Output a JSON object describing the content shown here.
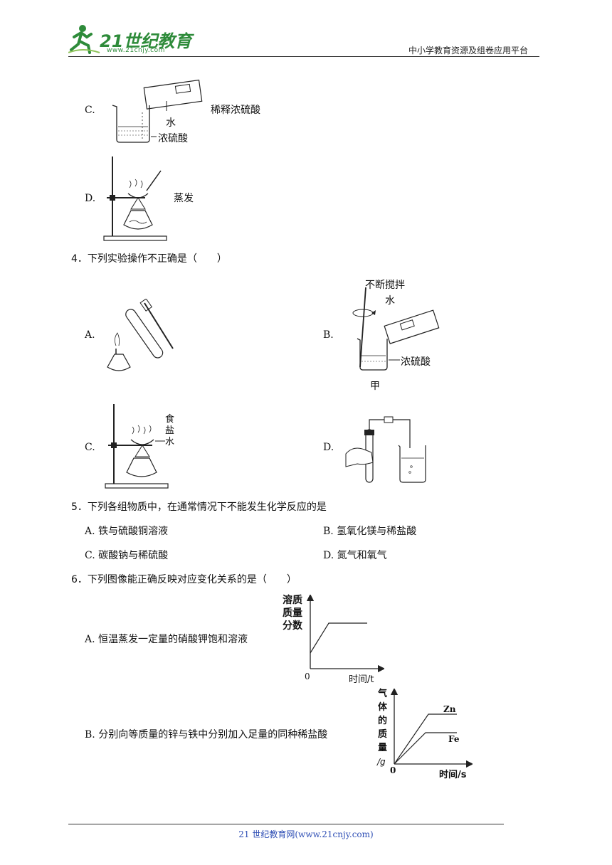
{
  "header": {
    "logo_text": "21世纪教育",
    "logo_url": "www.21cnjy.com",
    "platform": "中小学教育资源及组卷应用平台"
  },
  "q3": {
    "c_letter": "C.",
    "c_desc": "稀释浓硫酸",
    "c_label_water": "水",
    "c_label_acid": "浓硫酸",
    "d_letter": "D.",
    "d_desc": "蒸发"
  },
  "q4": {
    "stem": "4．下列实验操作不正确是（　　）",
    "a_letter": "A.",
    "b_letter": "B.",
    "b_label_stir": "不断搅拌",
    "b_label_water": "水",
    "b_label_acid": "浓硫酸",
    "b_label_jia": "甲",
    "c_letter": "C.",
    "c_label_salt": [
      "食",
      "盐",
      "水"
    ],
    "d_letter": "D."
  },
  "q5": {
    "stem": "5．下列各组物质中，在通常情况下不能发生化学反应的是",
    "options": [
      {
        "letter": "A.",
        "text": "铁与硫酸铜溶液"
      },
      {
        "letter": "B.",
        "text": "氢氧化镁与稀盐酸"
      },
      {
        "letter": "C.",
        "text": "碳酸钠与稀硫酸"
      },
      {
        "letter": "D.",
        "text": "氮气和氧气"
      }
    ]
  },
  "q6": {
    "stem": "6．下列图像能正确反映对应变化关系的是（　　）",
    "a_letter": "A.",
    "a_text": "恒温蒸发一定量的硝酸钾饱和溶液",
    "b_letter": "B.",
    "b_text": "分别向等质量的锌与铁中分别加入足量的同种稀盐酸",
    "chart_a": {
      "ylabel": [
        "溶质",
        "质量",
        "分数"
      ],
      "xlabel": "时间/t",
      "origin": "0"
    },
    "chart_b": {
      "ylabel": [
        "气",
        "体",
        "的",
        "质",
        "量",
        "/g"
      ],
      "xlabel": "时间/s",
      "origin": "0",
      "series_zn": "Zn",
      "series_fe": "Fe"
    }
  },
  "footer": {
    "text": "21 世纪教育网(www.21cnjy.com)"
  },
  "colors": {
    "logo_green": "#2e8b3a",
    "footer_blue": "#2f4fb5"
  }
}
